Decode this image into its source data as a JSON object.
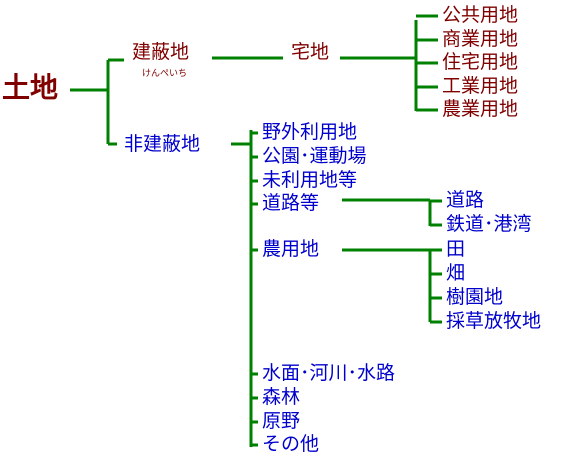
{
  "colors": {
    "line": "#008000",
    "built": "#800000",
    "nonbuilt": "#0000cc",
    "background": "#ffffff"
  },
  "diagram": {
    "root": {
      "label": "土地"
    },
    "built": {
      "label": "建蔽地",
      "reading": "けんぺいち",
      "child": "宅地",
      "grandchildren": [
        "公共用地",
        "商業用地",
        "住宅用地",
        "工業用地",
        "農業用地"
      ]
    },
    "nonbuilt": {
      "label": "非建蔽地",
      "children": [
        {
          "label": "野外利用地"
        },
        {
          "label": "公園･運動場"
        },
        {
          "label": "未利用地等"
        },
        {
          "label": "道路等",
          "children": [
            "道路",
            "鉄道･港湾"
          ]
        },
        {
          "label": "農用地",
          "children": [
            "田",
            "畑",
            "樹園地",
            "採草放牧地"
          ]
        },
        {
          "label": "水面･河川･水路"
        },
        {
          "label": "森林"
        },
        {
          "label": "原野"
        },
        {
          "label": "その他"
        }
      ]
    }
  }
}
